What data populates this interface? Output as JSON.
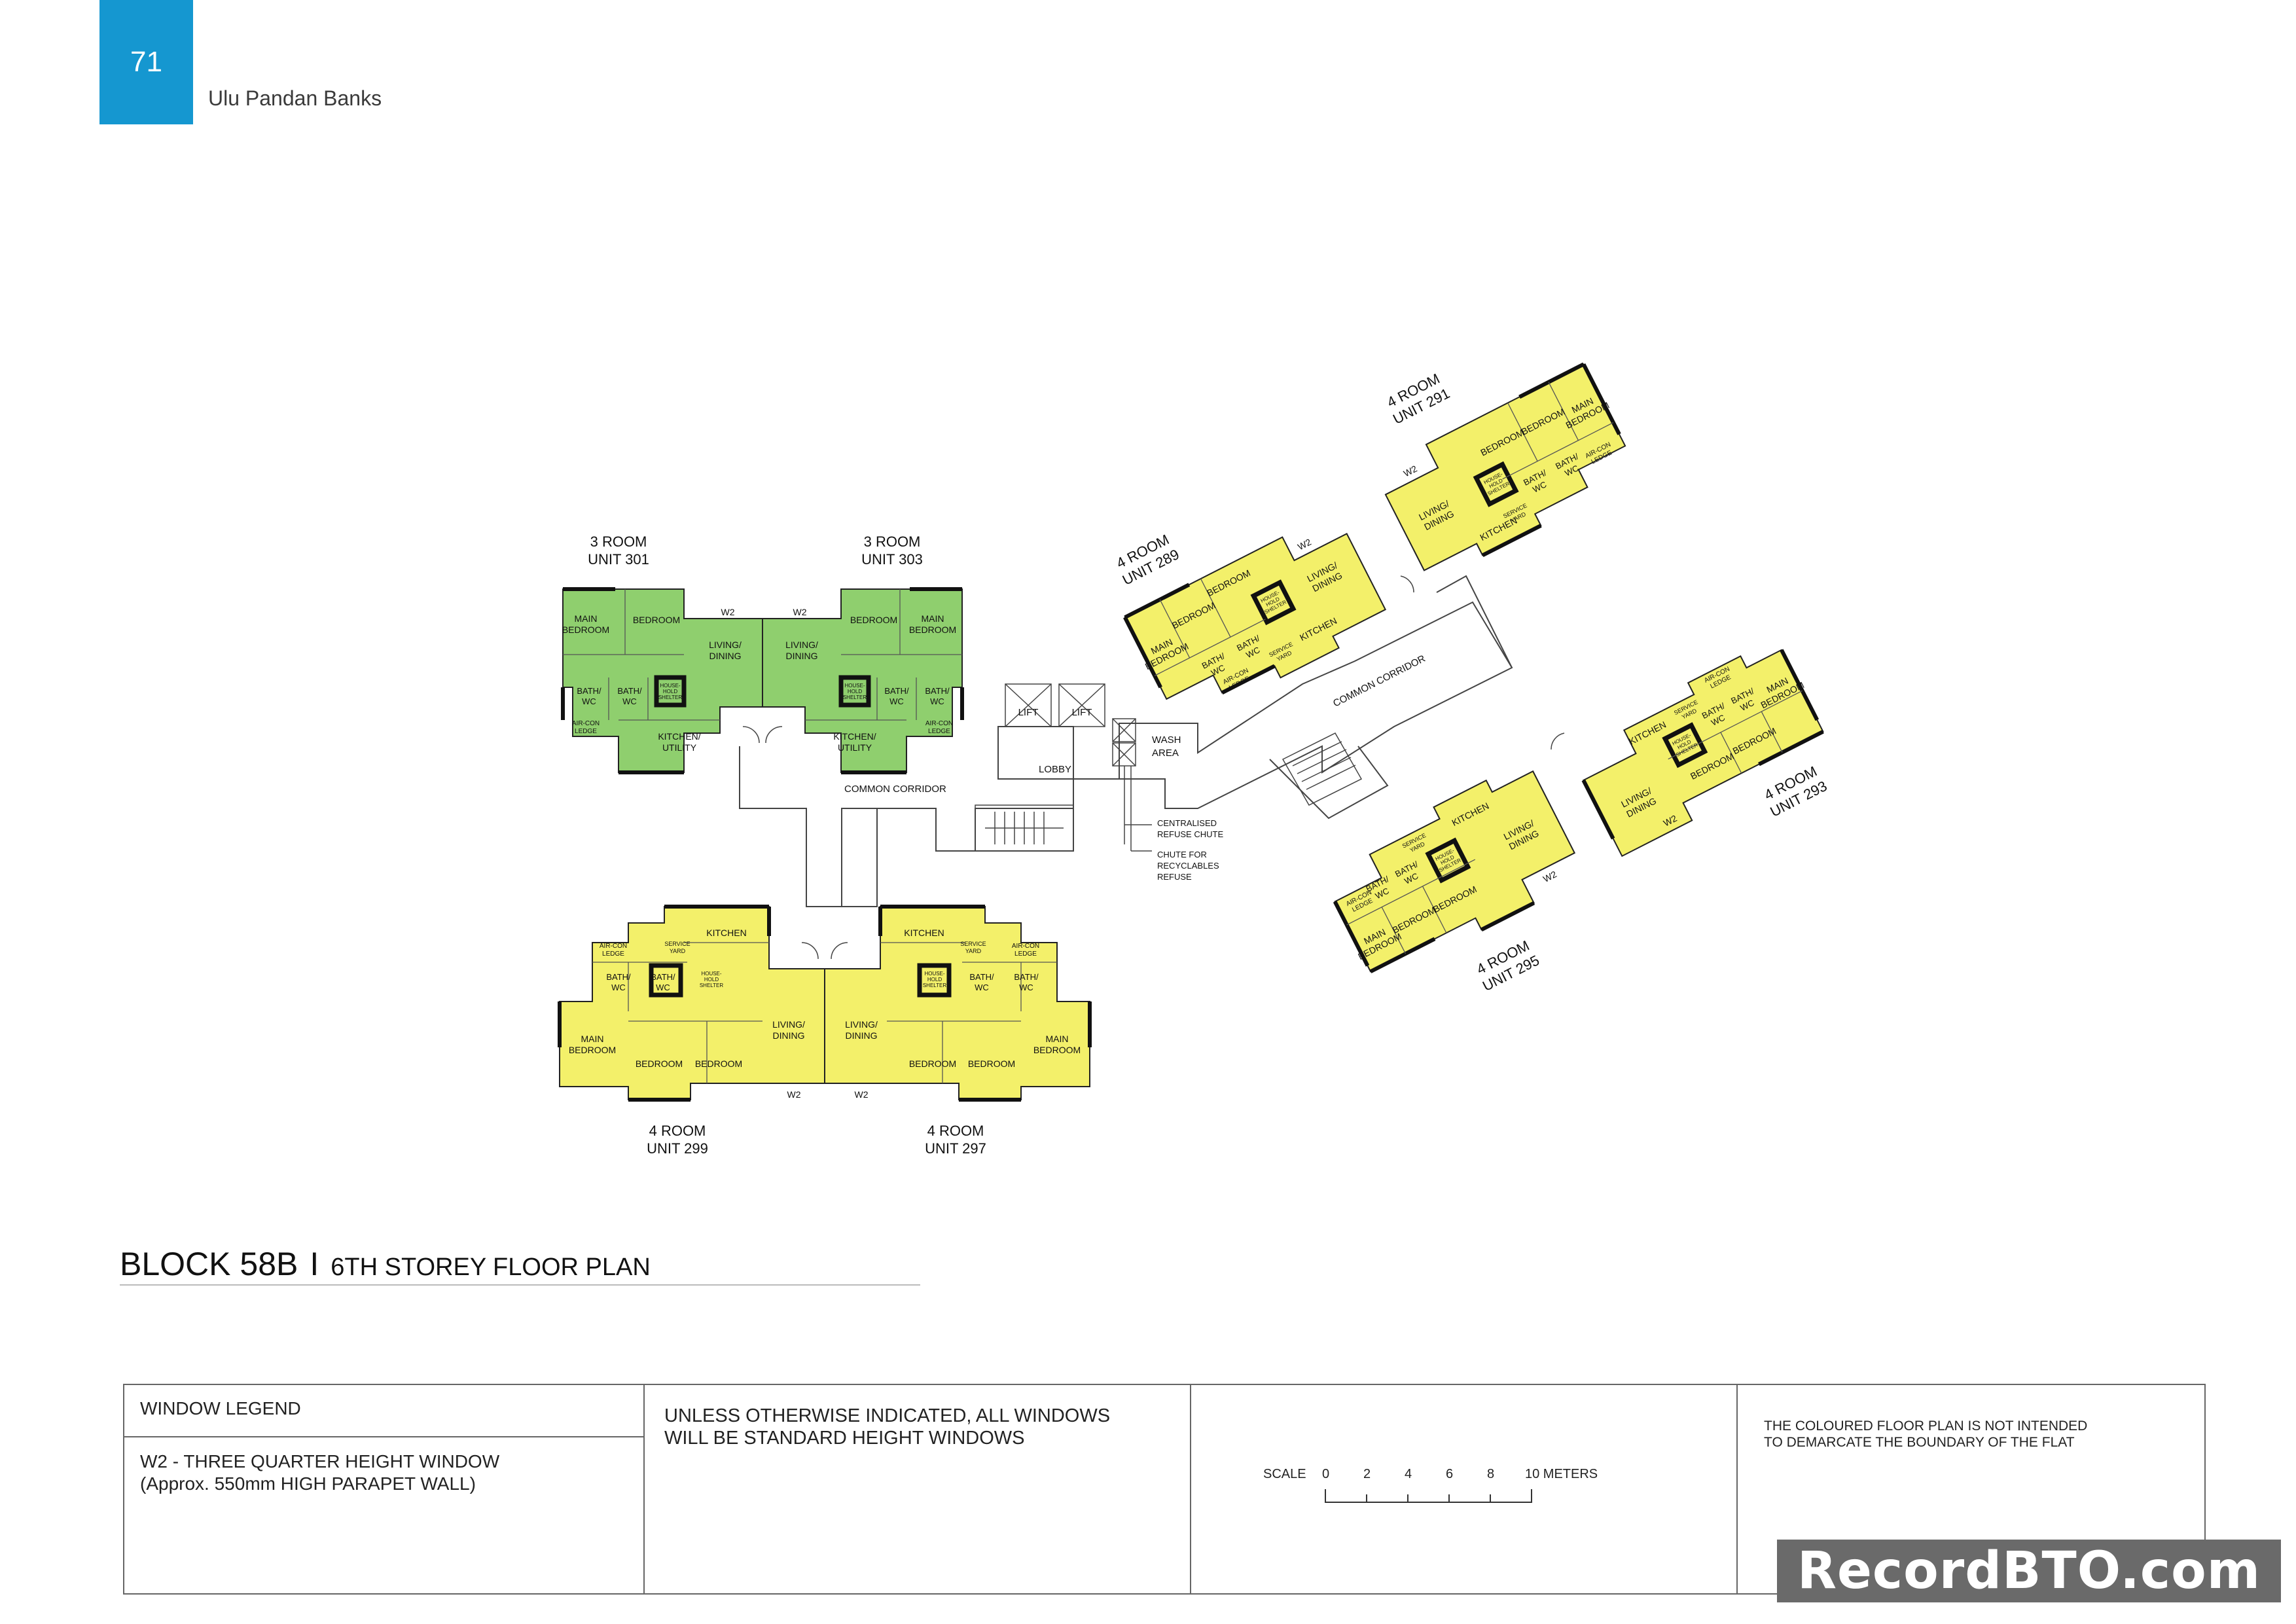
{
  "header": {
    "page_number": "71",
    "project": "Ulu Pandan Banks"
  },
  "colors": {
    "three_room": "#8fcf6e",
    "four_room": "#f3f06a",
    "accent": "#1597d0"
  },
  "units": {
    "u301": {
      "type": "3 ROOM",
      "unit": "UNIT 301"
    },
    "u303": {
      "type": "3 ROOM",
      "unit": "UNIT 303"
    },
    "u289": {
      "type": "4 ROOM",
      "unit": "UNIT 289"
    },
    "u291": {
      "type": "4 ROOM",
      "unit": "UNIT 291"
    },
    "u293": {
      "type": "4 ROOM",
      "unit": "UNIT 293"
    },
    "u295": {
      "type": "4 ROOM",
      "unit": "UNIT 295"
    },
    "u297": {
      "type": "4 ROOM",
      "unit": "UNIT 297"
    },
    "u299": {
      "type": "4 ROOM",
      "unit": "UNIT 299"
    }
  },
  "rooms": {
    "main_bedroom": [
      "MAIN",
      "BEDROOM"
    ],
    "bedroom": "BEDROOM",
    "living": [
      "LIVING/",
      "DINING"
    ],
    "bath": [
      "BATH/",
      "WC"
    ],
    "shelter": [
      "HOUSE-",
      "HOLD",
      "SHELTER"
    ],
    "aircon": [
      "AIR-CON",
      "LEDGE"
    ],
    "kitchen_utility": [
      "KITCHEN/",
      "UTILITY"
    ],
    "kitchen": "KITCHEN",
    "service_yard": [
      "SERVICE",
      "YARD"
    ],
    "w2": "W2"
  },
  "common": {
    "lift": "LIFT",
    "lobby": "LOBBY",
    "wash": [
      "WASH",
      "AREA"
    ],
    "corridor": "COMMON CORRIDOR",
    "refuse_chute": [
      "CENTRALISED",
      "REFUSE CHUTE"
    ],
    "recyclables": [
      "CHUTE FOR",
      "RECYCLABLES",
      "REFUSE"
    ]
  },
  "title": {
    "block": "BLOCK 58B",
    "separator": "I",
    "storey": "6TH STOREY FLOOR PLAN"
  },
  "legend": {
    "heading": "WINDOW LEGEND",
    "w2_line1": "W2 - THREE QUARTER  HEIGHT WINDOW",
    "w2_line2": "(Approx. 550mm HIGH PARAPET WALL)",
    "note_line1": "UNLESS OTHERWISE INDICATED, ALL WINDOWS",
    "note_line2": "WILL BE STANDARD HEIGHT WINDOWS",
    "scale_label": "SCALE",
    "scale_ticks": [
      "0",
      "2",
      "4",
      "6",
      "8",
      "10 METERS"
    ],
    "disclaimer_line1": "THE COLOURED FLOOR PLAN IS NOT INTENDED",
    "disclaimer_line2": "TO DEMARCATE THE BOUNDARY OF THE FLAT"
  },
  "watermark": "RecordBTO.com"
}
